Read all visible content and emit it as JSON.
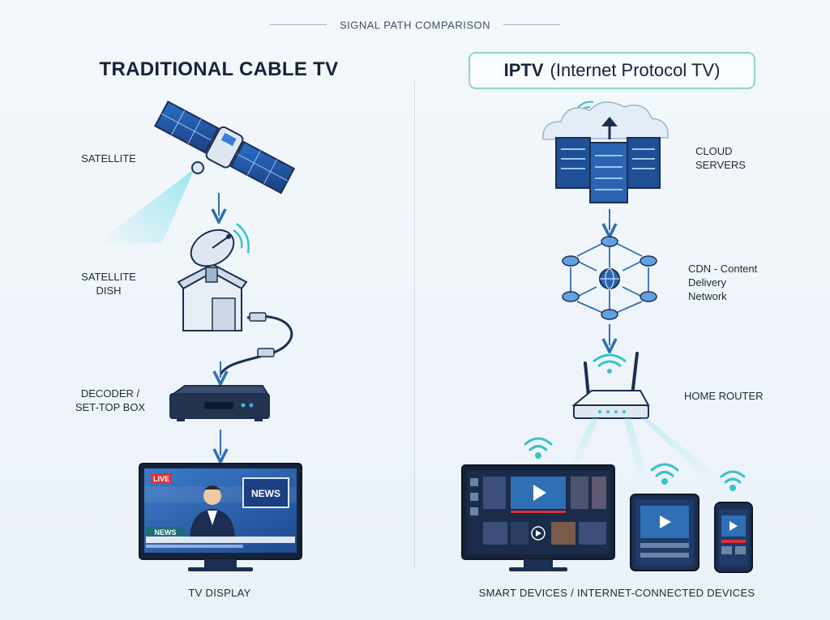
{
  "heading": "SIGNAL PATH COMPARISON",
  "left": {
    "title": "TRADITIONAL CABLE TV",
    "steps": {
      "satellite": "SATELLITE",
      "dish_line1": "SATELLITE",
      "dish_line2": "DISH",
      "decoder_line1": "DECODER /",
      "decoder_line2": "SET-TOP BOX",
      "tv": "TV DISPLAY"
    },
    "tv_screen": {
      "live": "LIVE",
      "news_box": "NEWS",
      "news_bar": "NEWS"
    }
  },
  "right": {
    "title_bold": "IPTV",
    "title_rest": "(Internet Protocol TV)",
    "steps": {
      "cloud_line1": "CLOUD",
      "cloud_line2": "SERVERS",
      "cdn_line1": "CDN - Content",
      "cdn_line2": "Delivery",
      "cdn_line3": "Network",
      "router": "HOME ROUTER",
      "devices": "SMART DEVICES / INTERNET-CONNECTED DEVICES"
    }
  },
  "colors": {
    "accent": "#2f6fb3",
    "teal": "#34c3c8",
    "navy": "#1c2f52",
    "live_red": "#d8323a"
  }
}
